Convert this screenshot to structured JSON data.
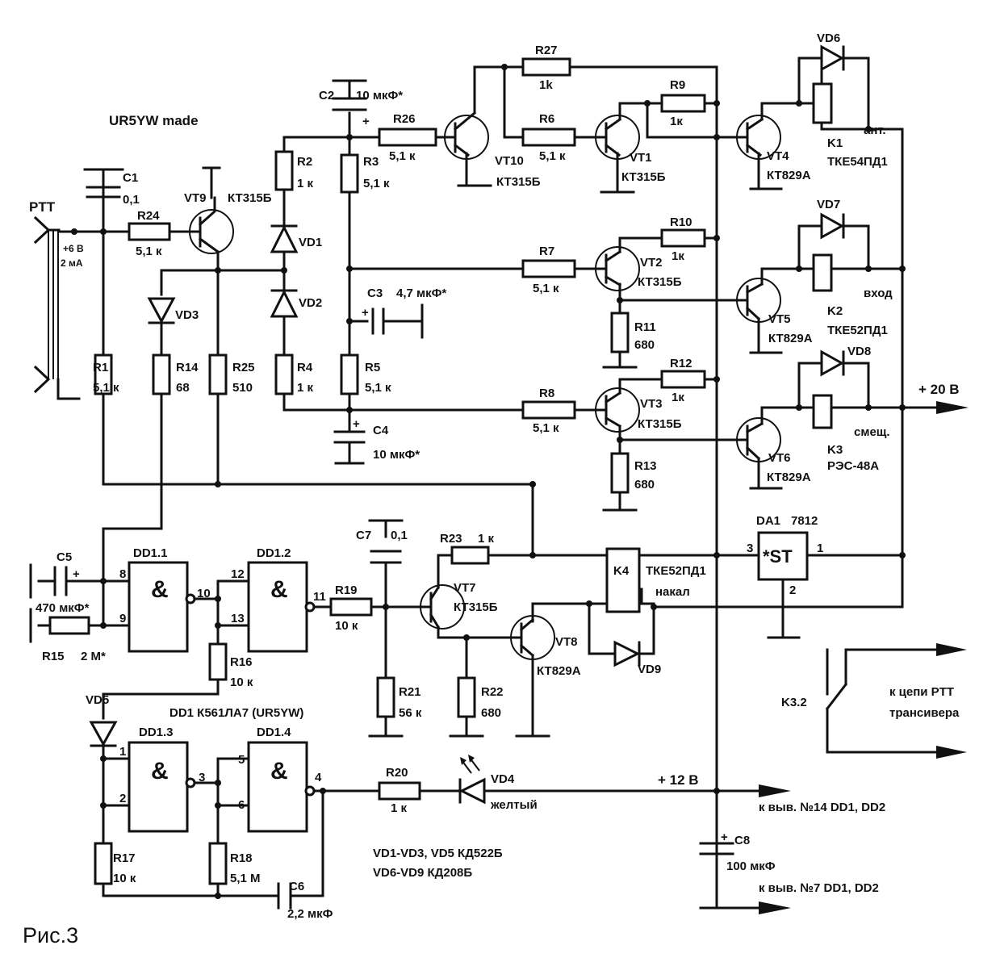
{
  "title": "UR5YW made",
  "figure_caption": "Рис.3",
  "ptt": {
    "label": "PTT",
    "note1": "+6 В",
    "note2": "2 мА"
  },
  "rail_12": "+ 12 В",
  "rail_20": "+ 20 В",
  "out_dd_vcc": "к выв. №14 DD1, DD2",
  "out_dd_gnd": "к выв. №7 DD1, DD2",
  "ptt_out_1": "к цепи PTT",
  "ptt_out_2": "трансивера",
  "diode_note_1": "VD1-VD3, VD5  КД522Б",
  "diode_note_2": "VD6-VD9  КД208Б",
  "dd1_note": "DD1  К561ЛА7 (UR5YW)",
  "and_sym": "&",
  "regulator": {
    "ref": "DA1",
    "type": "7812",
    "sym": "*ST",
    "pin_in": "3",
    "pin_out": "1",
    "pin_gnd": "2"
  },
  "resistors": [
    {
      "ref": "R1",
      "val": "5,1 к"
    },
    {
      "ref": "R2",
      "val": "1 к"
    },
    {
      "ref": "R3",
      "val": "5,1 к"
    },
    {
      "ref": "R4",
      "val": "1 к"
    },
    {
      "ref": "R5",
      "val": "5,1 к"
    },
    {
      "ref": "R6",
      "val": "5,1 к"
    },
    {
      "ref": "R7",
      "val": "5,1 к"
    },
    {
      "ref": "R8",
      "val": "5,1 к"
    },
    {
      "ref": "R9",
      "val": "1к"
    },
    {
      "ref": "R10",
      "val": "1к"
    },
    {
      "ref": "R11",
      "val": "680"
    },
    {
      "ref": "R12",
      "val": "1к"
    },
    {
      "ref": "R13",
      "val": "680"
    },
    {
      "ref": "R14",
      "val": "68"
    },
    {
      "ref": "R15",
      "val": "2 М*"
    },
    {
      "ref": "R16",
      "val": "10 к"
    },
    {
      "ref": "R17",
      "val": "10 к"
    },
    {
      "ref": "R18",
      "val": "5,1 М"
    },
    {
      "ref": "R19",
      "val": "10 к"
    },
    {
      "ref": "R20",
      "val": "1 к"
    },
    {
      "ref": "R21",
      "val": "56 к"
    },
    {
      "ref": "R22",
      "val": "680"
    },
    {
      "ref": "R23",
      "val": "1 к"
    },
    {
      "ref": "R24",
      "val": "5,1 к"
    },
    {
      "ref": "R25",
      "val": "510"
    },
    {
      "ref": "R26",
      "val": "5,1 к"
    },
    {
      "ref": "R27",
      "val": "1k"
    }
  ],
  "capacitors": [
    {
      "ref": "C1",
      "val": "0,1"
    },
    {
      "ref": "C2",
      "val": "10 мкФ*"
    },
    {
      "ref": "C3",
      "val": "4,7 мкФ*"
    },
    {
      "ref": "C4",
      "val": "10 мкФ*"
    },
    {
      "ref": "C5",
      "val": "470 мкФ*"
    },
    {
      "ref": "C6",
      "val": "2,2 мкФ"
    },
    {
      "ref": "C7",
      "val": "0,1"
    },
    {
      "ref": "C8",
      "val": "100 мкФ"
    }
  ],
  "transistors": [
    {
      "ref": "VT1",
      "type": "КТ315Б"
    },
    {
      "ref": "VT2",
      "type": "КТ315Б"
    },
    {
      "ref": "VT3",
      "type": "КТ315Б"
    },
    {
      "ref": "VT4",
      "type": "КТ829А"
    },
    {
      "ref": "VT5",
      "type": "КТ829А"
    },
    {
      "ref": "VT6",
      "type": "КТ829А"
    },
    {
      "ref": "VT7",
      "type": "КТ315Б"
    },
    {
      "ref": "VT8",
      "type": "КТ829А"
    },
    {
      "ref": "VT9",
      "type": "КТ315Б"
    },
    {
      "ref": "VT10",
      "type": "КТ315Б"
    }
  ],
  "diodes": [
    "VD1",
    "VD2",
    "VD3",
    "VD5",
    "VD6",
    "VD7",
    "VD8",
    "VD9"
  ],
  "led": {
    "ref": "VD4",
    "color": "желтый"
  },
  "relays": [
    {
      "ref": "K1",
      "type": "ТКЕ54ПД1",
      "role": "ант."
    },
    {
      "ref": "K2",
      "type": "ТКЕ52ПД1",
      "role": "вход"
    },
    {
      "ref": "K3",
      "type": "РЭС-48А",
      "role": "смещ."
    },
    {
      "ref": "K4",
      "type": "ТКЕ52ПД1",
      "role": "накал"
    }
  ],
  "relay_contact": "K3.2",
  "gates": [
    {
      "ref": "DD1.1",
      "in1": "8",
      "in2": "9",
      "out": "10"
    },
    {
      "ref": "DD1.2",
      "in1": "12",
      "in2": "13",
      "out": "11"
    },
    {
      "ref": "DD1.3",
      "in1": "1",
      "in2": "2",
      "out": "3"
    },
    {
      "ref": "DD1.4",
      "in1": "5",
      "in2": "6",
      "out": "4"
    }
  ]
}
